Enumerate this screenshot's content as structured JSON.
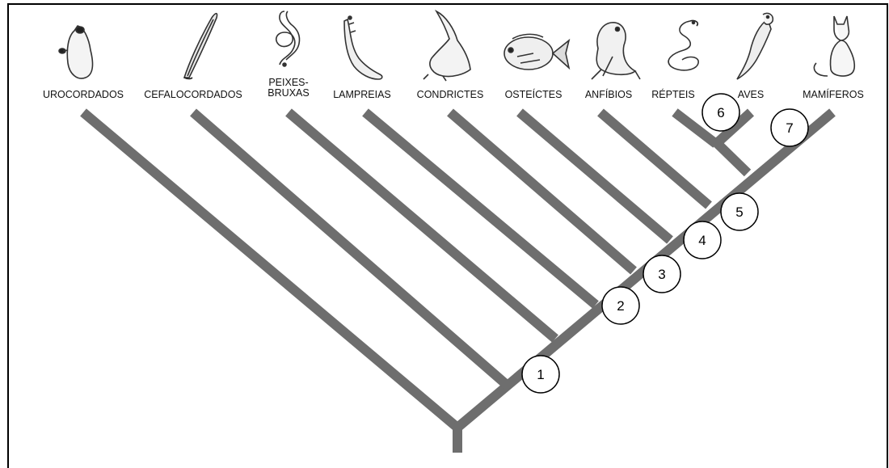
{
  "taxa": [
    {
      "label": "UROCORDADOS",
      "icon": "sea-squirt-icon"
    },
    {
      "label": "CEFALOCORDADOS",
      "icon": "lancelet-icon"
    },
    {
      "label": "PEIXES-\nBRUXAS",
      "icon": "hagfish-icon"
    },
    {
      "label": "LAMPREIAS",
      "icon": "lamprey-icon"
    },
    {
      "label": "CONDRICTES",
      "icon": "shark-icon"
    },
    {
      "label": "OSTEÍCTES",
      "icon": "bony-fish-icon"
    },
    {
      "label": "ANFÍBIOS",
      "icon": "frog-icon"
    },
    {
      "label": "RÉPTEIS",
      "icon": "snake-icon"
    },
    {
      "label": "AVES",
      "icon": "parrot-icon"
    },
    {
      "label": "MAMÍFEROS",
      "icon": "cat-icon"
    }
  ],
  "nodes": [
    "1",
    "2",
    "3",
    "4",
    "5",
    "6",
    "7"
  ],
  "colors": {
    "branch": "#6e6e6e",
    "frame": "#000000",
    "text": "#111111"
  }
}
